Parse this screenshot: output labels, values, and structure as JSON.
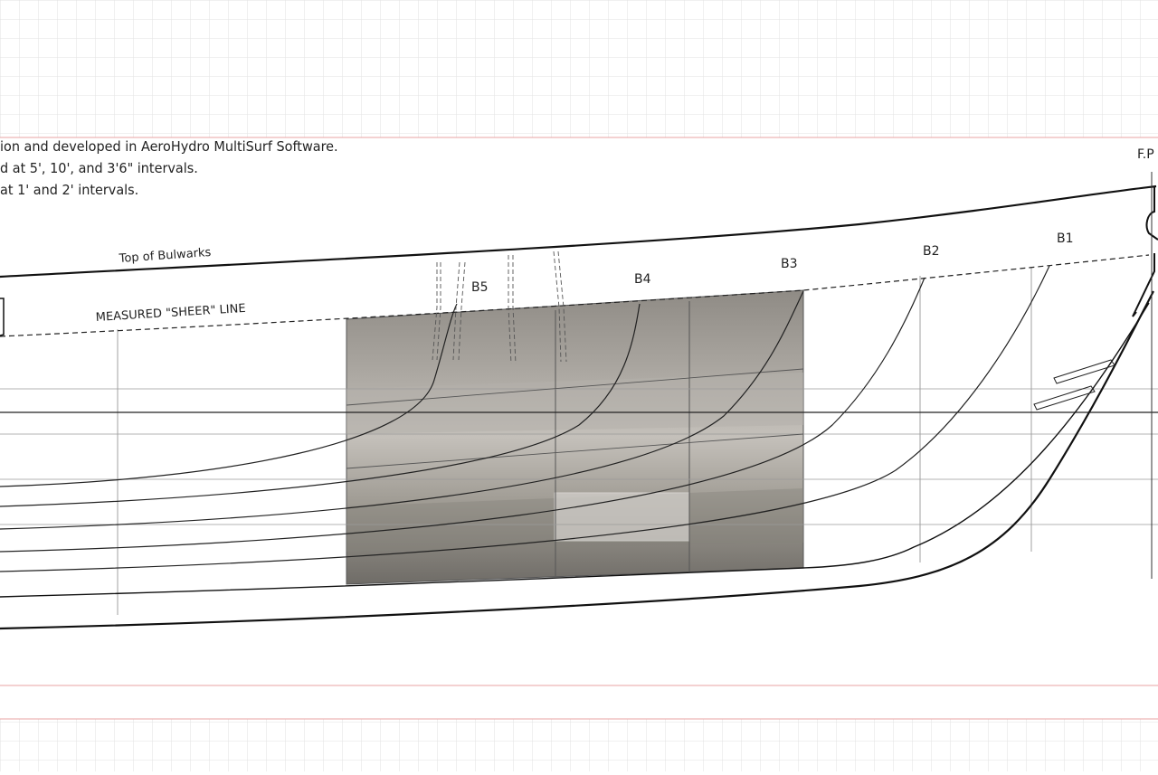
{
  "notes": [
    "ion and developed in AeroHydro MultiSurf Software.",
    "d at 5', 10', and 3'6\" intervals.",
    "at 1' and 2' intervals."
  ],
  "labels": {
    "top_of_bulwarks": "Top of Bulwarks",
    "measured_sheer_line": "MEASURED \"SHEER\" LINE",
    "fp": "F.P"
  },
  "buttocks": [
    "B5",
    "B4",
    "B3",
    "B2",
    "B1"
  ],
  "colors": {
    "grid": "#d9d9d9",
    "frame": "#e8a3a3",
    "hull_line": "#111111",
    "photo_dark": "#6e6b66",
    "photo_light": "#bdb9b3"
  }
}
